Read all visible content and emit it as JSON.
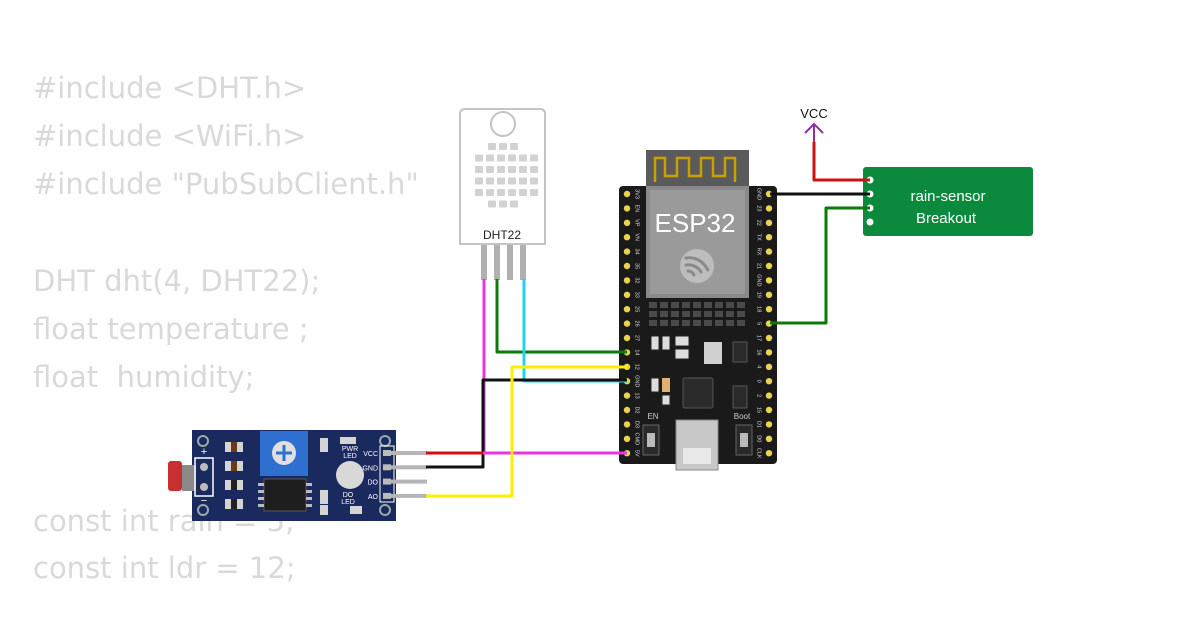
{
  "code_lines": [
    "#include <DHT.h>",
    "#include <WiFi.h>",
    "#include \"PubSubClient.h\"",
    "DHT dht(4, DHT22);",
    "float temperature ;",
    "float  humidity;",
    "const int rain = 5;",
    "const int ldr = 12;"
  ],
  "dht22": {
    "label": "DHT22"
  },
  "esp32": {
    "label": "ESP32",
    "left_pins": [
      "3V3",
      "EN",
      "VP",
      "VN",
      "34",
      "35",
      "32",
      "33",
      "25",
      "26",
      "27",
      "14",
      "12",
      "GND",
      "13",
      "D2",
      "D3",
      "CMD",
      "5V"
    ],
    "right_pins": [
      "GND",
      "23",
      "22",
      "TX",
      "RX",
      "21",
      "GND",
      "19",
      "18",
      "5",
      "17",
      "16",
      "4",
      "0",
      "2",
      "15",
      "D1",
      "D0",
      "CLK"
    ],
    "en_label": "EN",
    "boot_label": "Boot"
  },
  "rain_sensor": {
    "line1": "rain-sensor",
    "line2": "Breakout"
  },
  "vcc_label": "VCC",
  "ldr_module": {
    "pins": [
      "VCC",
      "GND",
      "DO",
      "AO"
    ],
    "pwr_led": [
      "PWR",
      "LED"
    ],
    "do_led": [
      "DO",
      "LED"
    ],
    "plus": "+",
    "minus": "−"
  },
  "wire_colors": {
    "green": "#0a7a0a",
    "cyan": "#22d3ee",
    "magenta": "#e535e5",
    "yellow": "#ffee00",
    "black": "#111111",
    "red": "#d01010",
    "purple": "#8e2ca8"
  }
}
